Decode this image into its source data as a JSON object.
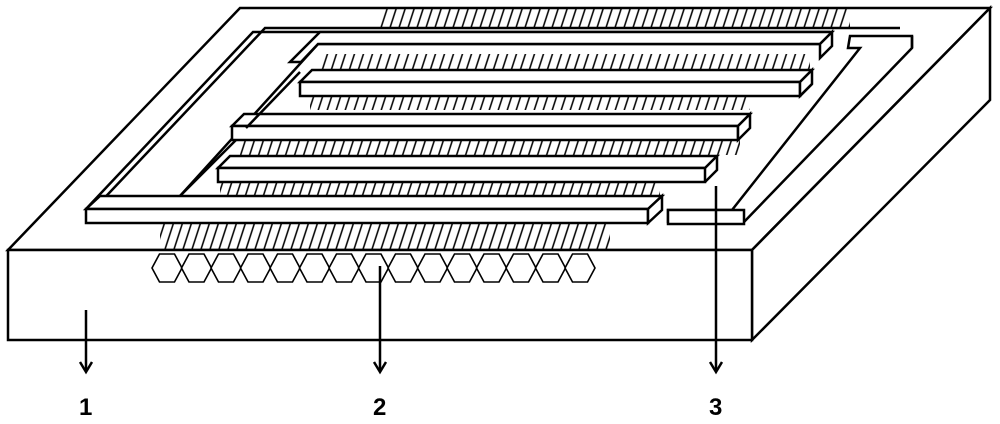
{
  "labels": [
    {
      "id": "1",
      "text": "1"
    },
    {
      "id": "2",
      "text": "2"
    },
    {
      "id": "3",
      "text": "3"
    }
  ],
  "colors": {
    "stroke": "#000000",
    "background": "#ffffff"
  }
}
